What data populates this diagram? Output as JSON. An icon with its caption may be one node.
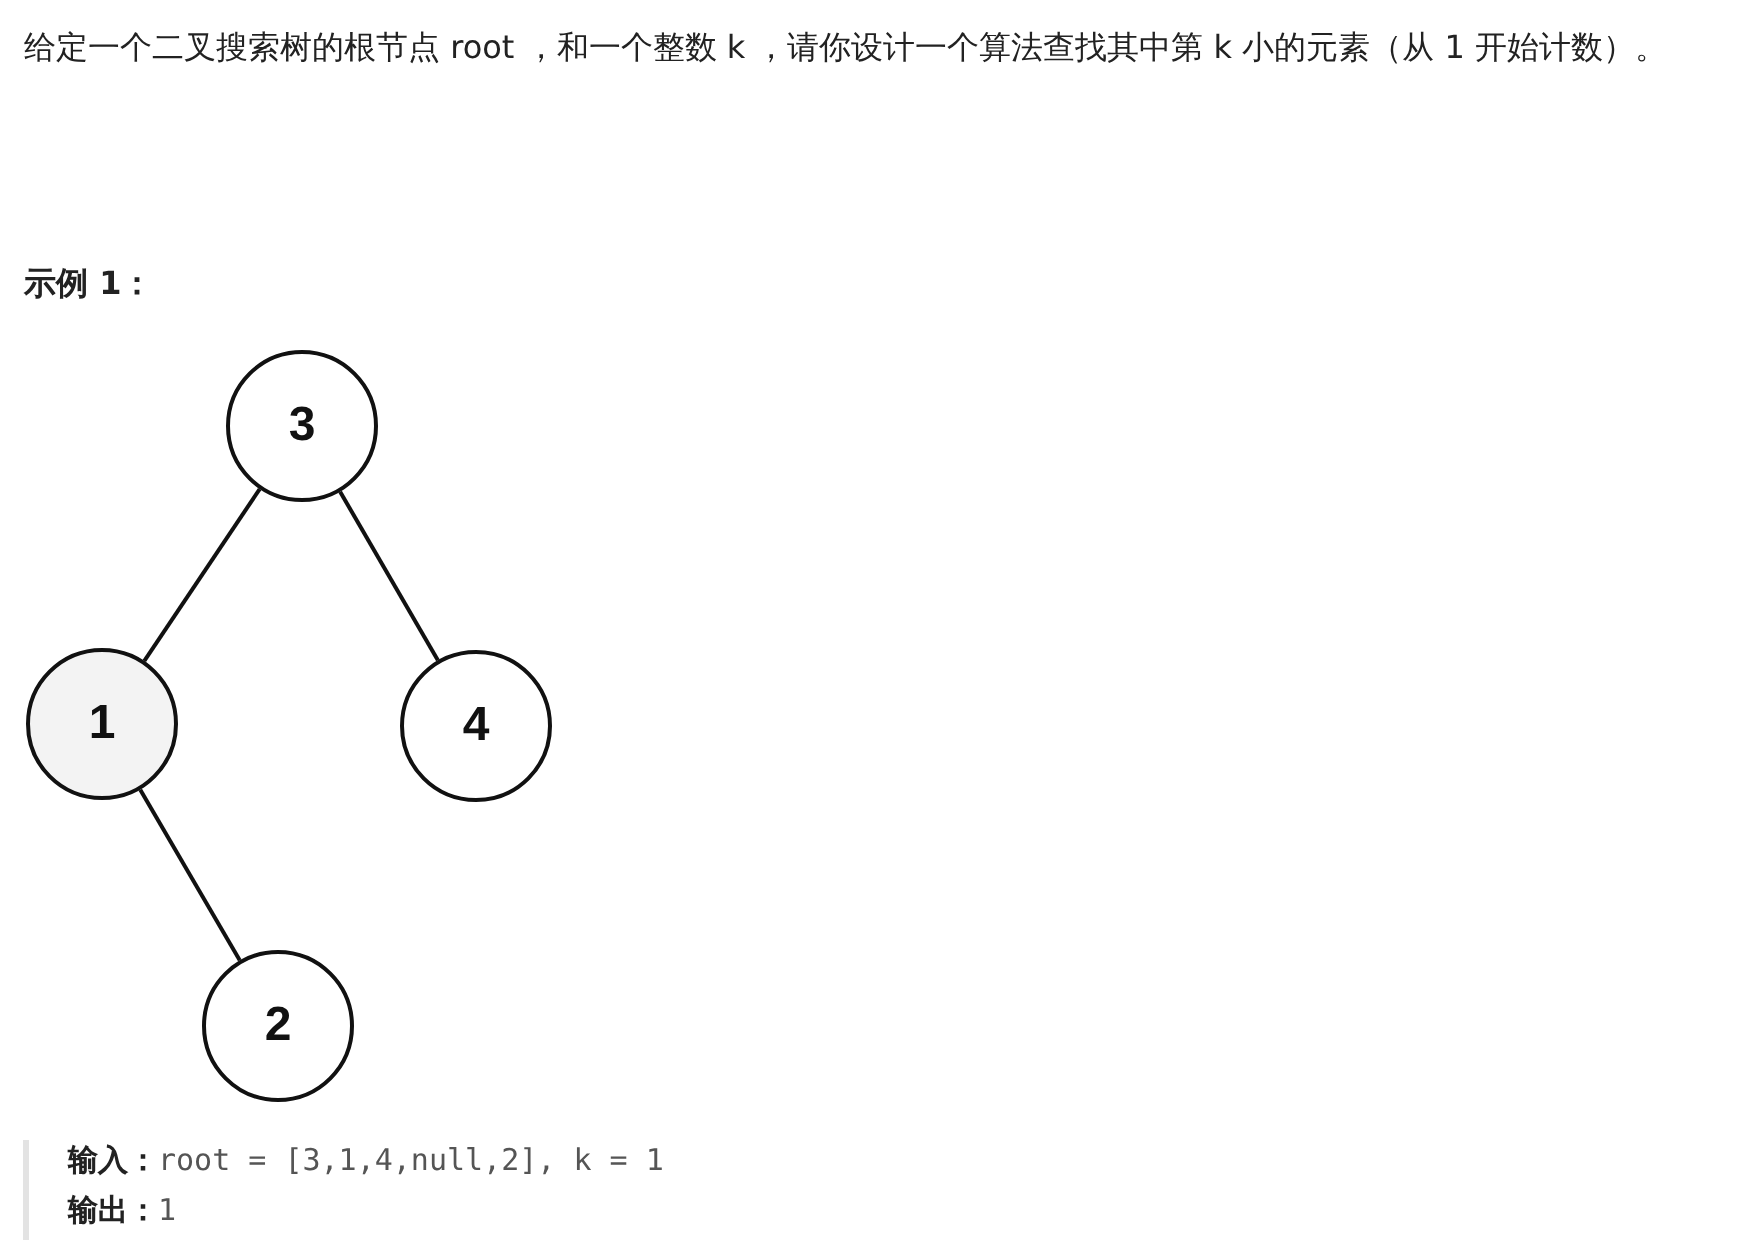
{
  "diagram": {
    "nodes": [
      {
        "text": [
          "3"
        ]
      },
      {
        "text": [
          "1"
        ]
      },
      {
        "text": [
          "4"
        ]
      },
      {
        "text": [
          "2"
        ]
      }
    ],
    "edges": [
      {
        "from": 0,
        "to": 1,
        "arrow": "none"
      },
      {
        "from": 0,
        "to": 2,
        "arrow": "none"
      },
      {
        "from": 1,
        "to": 3,
        "arrow": "none"
      }
    ],
    "labels": [
      "给定一个二叉搜索树的根节点 root ，和一个整数 k ，请你设计一个算法查找其中第 k 小的元素（从 1 开始计数）。",
      "示例 1：",
      "**输入：**root = [3,1,4,null,2], k = 1",
      "**输出：**1"
    ]
  }
}
